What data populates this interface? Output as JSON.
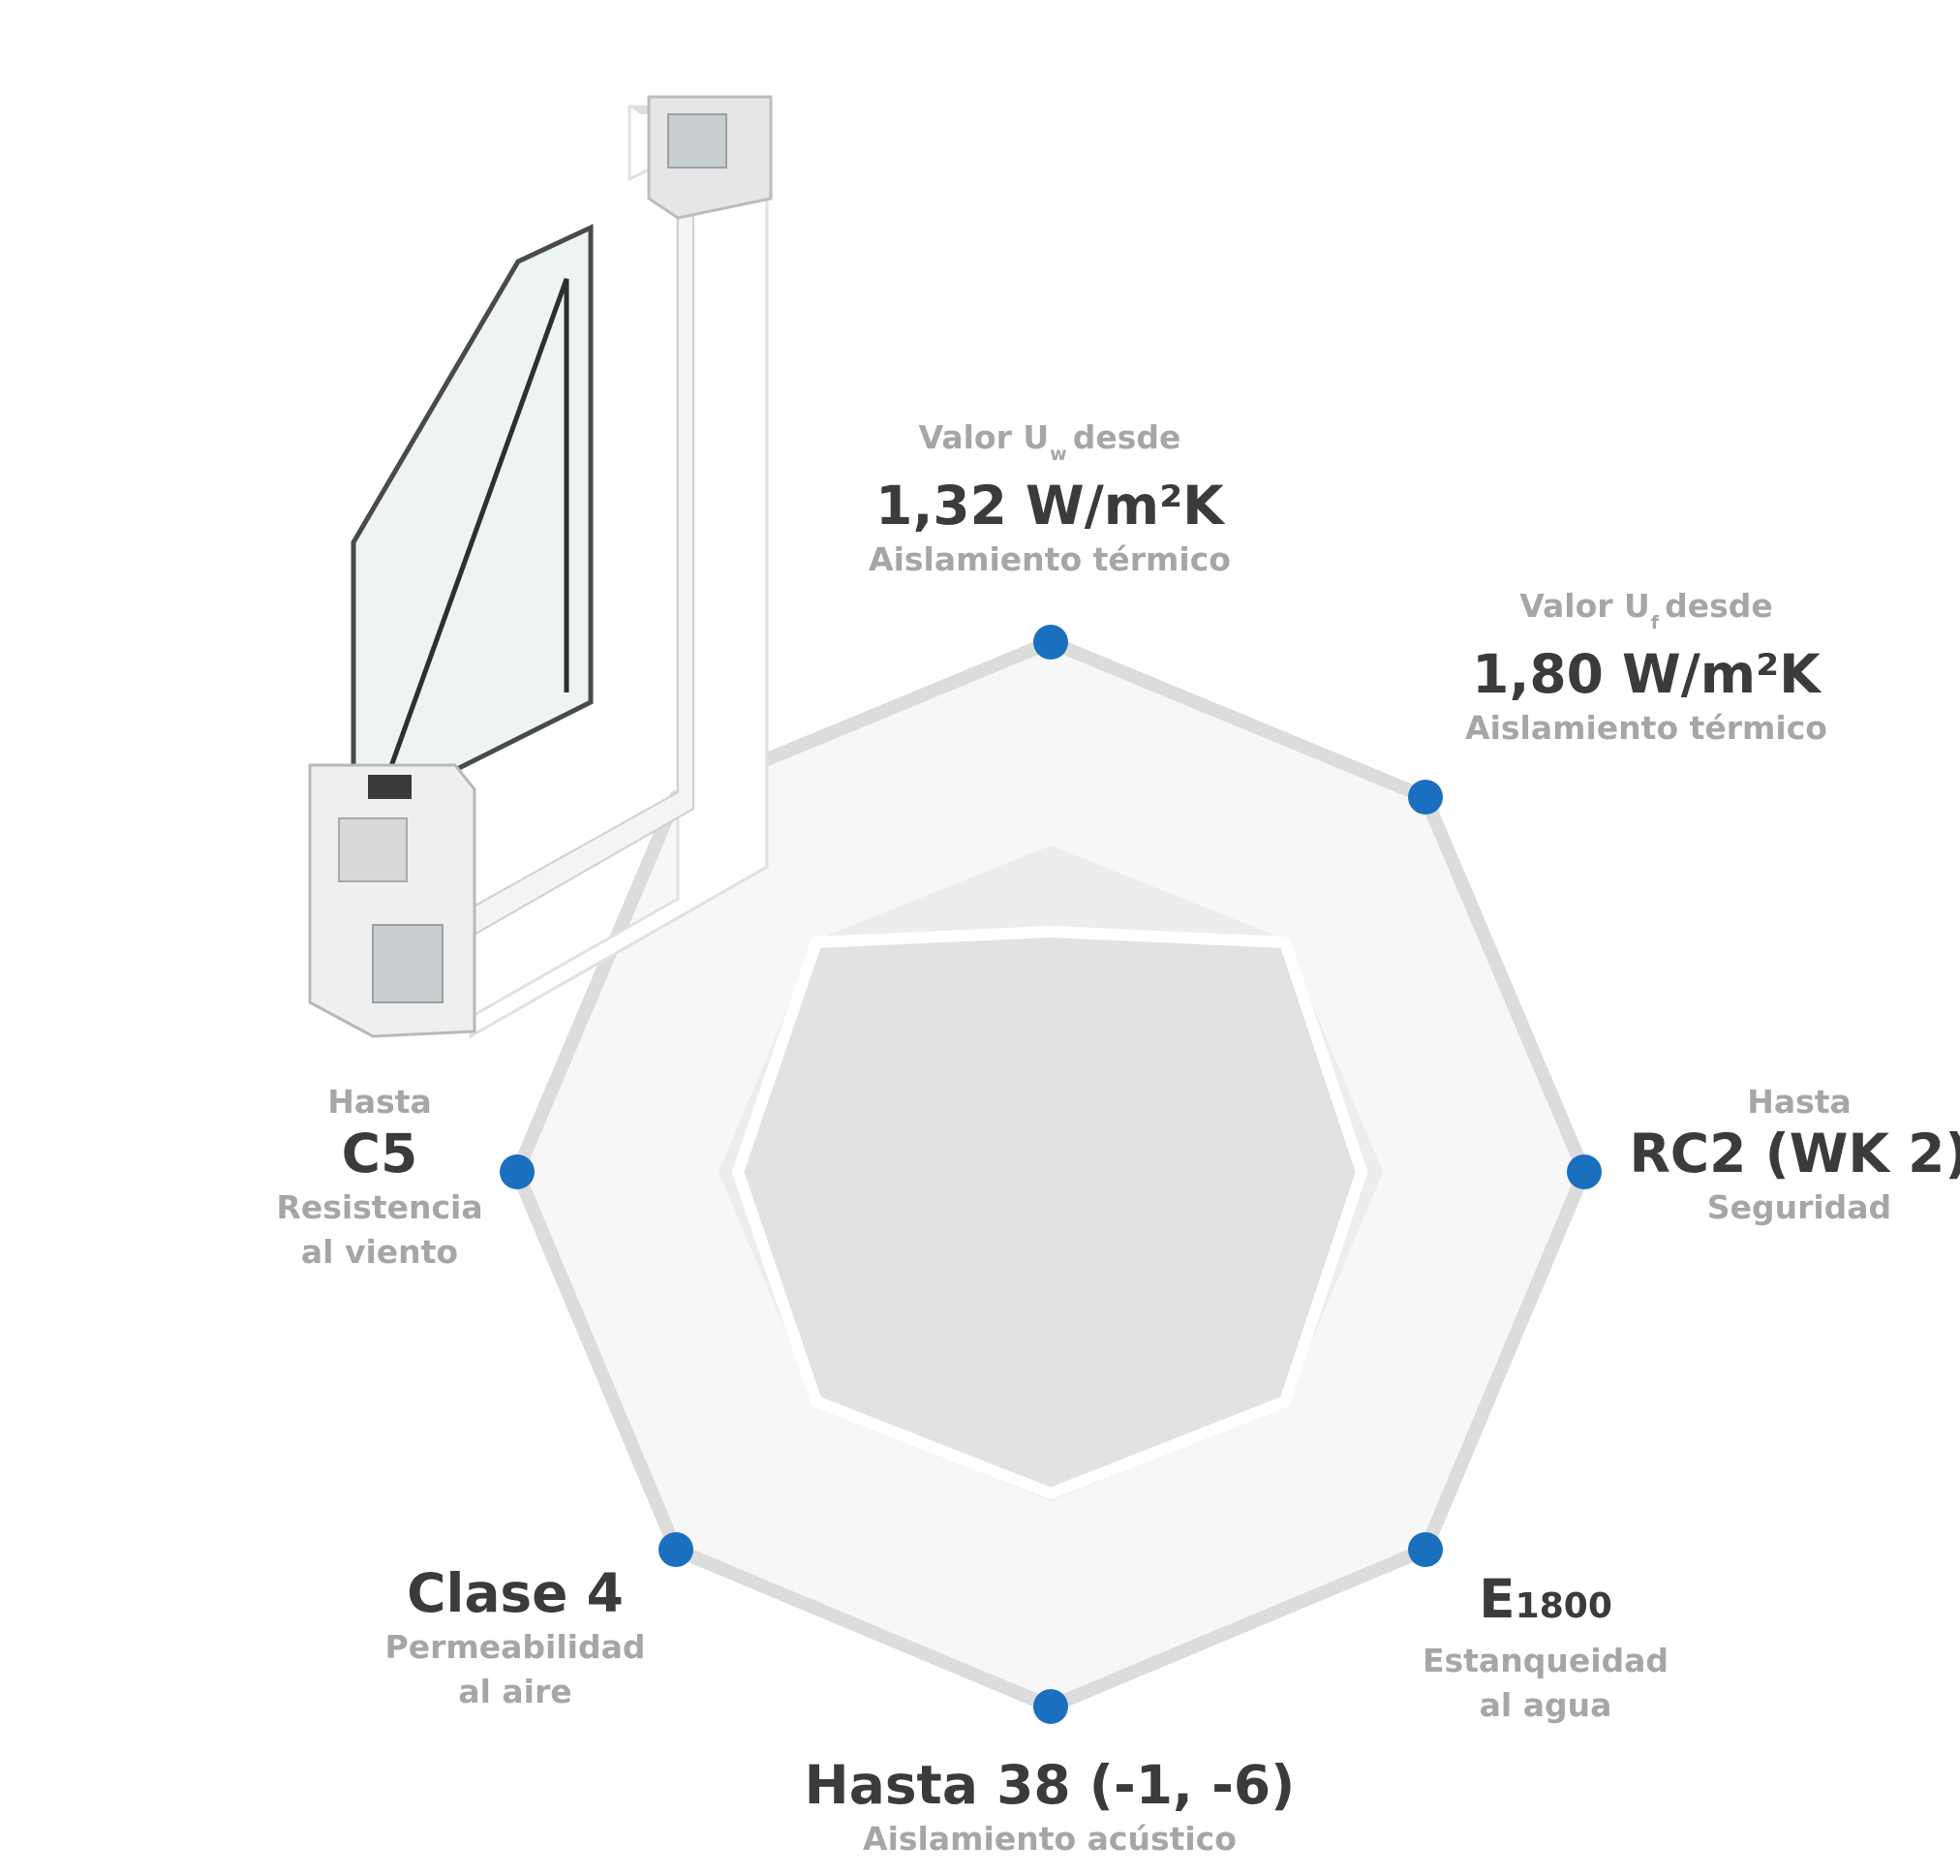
{
  "colors": {
    "dot": "#1a6fbe",
    "outer_ring": "#dcdcdc",
    "band_light": "#f7f7f7",
    "band_mid": "#ededed",
    "inner": "#e2e2e2",
    "value_text": "#3b3b3b",
    "caption_text": "#a6a6a6"
  },
  "image": {
    "icon": "window-profile-cross-section"
  },
  "properties": [
    {
      "pre": "Valor U",
      "pre_sub": "w",
      "pre_post": "desde",
      "value": "1,32 W/m²K",
      "caption": [
        "Aislamiento térmico"
      ]
    },
    {
      "pre": "Valor U",
      "pre_sub": "f",
      "pre_post": "desde",
      "value": "1,80 W/m²K",
      "caption": [
        "Aislamiento térmico"
      ]
    },
    {
      "pre": "Hasta",
      "value": "RC2 (WK 2)",
      "caption": [
        "Seguridad"
      ]
    },
    {
      "value_main": "E",
      "value_small": "1800",
      "caption": [
        "Estanqueidad",
        "al agua"
      ]
    },
    {
      "value": "Hasta 38 (-1, -6)",
      "caption": [
        "Aislamiento acústico"
      ]
    },
    {
      "value": "Clase 4",
      "caption": [
        "Permeabilidad",
        "al aire"
      ]
    },
    {
      "pre": "Hasta",
      "value": "C5",
      "caption": [
        "Resistencia",
        "al viento"
      ]
    }
  ]
}
